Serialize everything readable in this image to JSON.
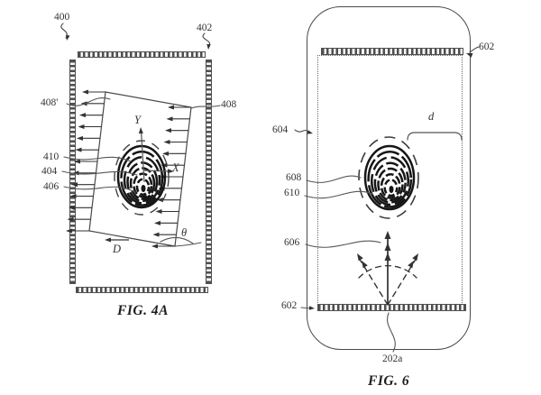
{
  "figures": {
    "fig4a": {
      "caption": "FIG. 4A",
      "refs": {
        "r400": "400",
        "r402": "402",
        "r408p": "408'",
        "r408": "408",
        "r410": "410",
        "r404": "404",
        "r406": "406"
      },
      "axis_y": "Y",
      "axis_x": "X",
      "angle_theta": "θ",
      "direction_d": "D"
    },
    "fig6": {
      "caption": "FIG. 6",
      "refs": {
        "r602_top": "602",
        "r604": "604",
        "r608": "608",
        "r610": "610",
        "r606": "606",
        "r602_bottom": "602",
        "r202a": "202a"
      },
      "dimension_d": "d"
    }
  }
}
